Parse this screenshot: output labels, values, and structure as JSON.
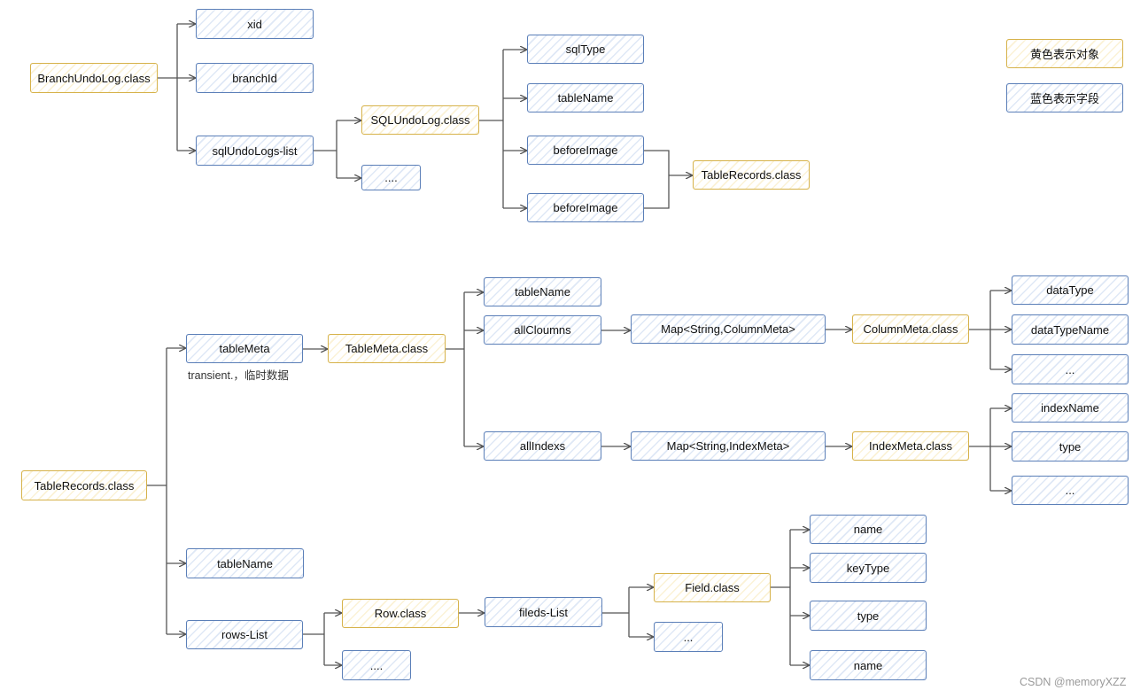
{
  "legend": {
    "class_label": "黄色表示对象",
    "field_label": "蓝色表示字段"
  },
  "top": {
    "branch_undo_log": "BranchUndoLog.class",
    "xid": "xid",
    "branch_id": "branchId",
    "sql_undo_logs_list": "sqlUndoLogs-list",
    "sql_undo_log": "SQLUndoLog.class",
    "ellipsis": "....",
    "sql_type": "sqlType",
    "table_name": "tableName",
    "before_image_1": "beforeImage",
    "before_image_2": "beforeImage",
    "table_records": "TableRecords.class"
  },
  "bottom": {
    "table_records": "TableRecords.class",
    "table_meta": "tableMeta",
    "table_meta_note": "transient.，临时数据",
    "table_meta_class": "TableMeta.class",
    "meta_table_name": "tableName",
    "all_columns": "allCloumns",
    "column_map": "Map<String,ColumnMeta>",
    "column_meta": "ColumnMeta.class",
    "data_type": "dataType",
    "data_type_name": "dataTypeName",
    "column_ellipsis": "...",
    "all_indexes": "allIndexs",
    "index_map": "Map<String,IndexMeta>",
    "index_meta": "IndexMeta.class",
    "index_name": "indexName",
    "index_type": "type",
    "index_ellipsis": "...",
    "table_name": "tableName",
    "rows_list": "rows-List",
    "row_class": "Row.class",
    "rows_ellipsis": "....",
    "fields_list": "fileds-List",
    "field_class": "Field.class",
    "fields_ellipsis": "...",
    "field_name_1": "name",
    "field_key_type": "keyType",
    "field_type": "type",
    "field_name_2": "name"
  },
  "watermark": "CSDN @memoryXZZ",
  "colors": {
    "class_border": "#d6b24a",
    "field_border": "#5b7fb8",
    "connector": "#555555"
  }
}
